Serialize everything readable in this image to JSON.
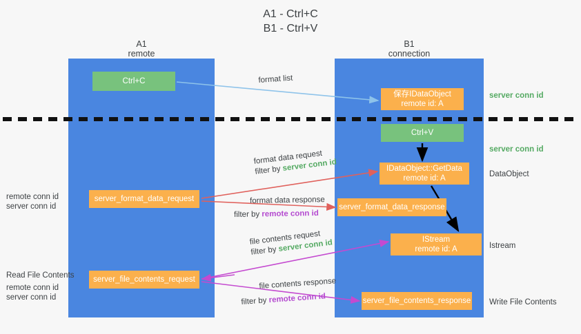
{
  "title": {
    "line1": "A1 - Ctrl+C",
    "line2": "B1 - Ctrl+V"
  },
  "lanes": {
    "a1": {
      "name": "A1",
      "role": "remote"
    },
    "b1": {
      "name": "B1",
      "role": "connection"
    }
  },
  "nodes": {
    "ctrl_c": {
      "label": "Ctrl+C"
    },
    "save_dataobject": {
      "line1": "保存IDataObject",
      "line2": "remote id: A"
    },
    "ctrl_v": {
      "label": "Ctrl+V"
    },
    "getdata": {
      "line1": "IDataObject::GetData",
      "line2": "remote id: A"
    },
    "istream": {
      "line1": "IStream",
      "line2": "remote id: A"
    },
    "server_format_data_request": {
      "label": "server_format_data_request"
    },
    "server_format_data_response": {
      "label": "server_format_data_response"
    },
    "server_file_contents_request": {
      "label": "server_file_contents_request"
    },
    "server_file_contents_response": {
      "label": "server_file_contents_response"
    }
  },
  "edges": {
    "format_list": {
      "label": "format list"
    },
    "format_data_request": {
      "line1": "format data request",
      "filter_prefix": "filter by ",
      "filter_value": "server conn id"
    },
    "format_data_response": {
      "line1": "format data response",
      "filter_prefix": "filter by ",
      "filter_value": "remote conn id"
    },
    "file_contents_request": {
      "line1": "file contents request",
      "filter_prefix": "filter by ",
      "filter_value": "server conn id"
    },
    "file_contents_response": {
      "line1": "file contents response",
      "filter_prefix": "filter by ",
      "filter_value": "remote conn id"
    }
  },
  "annotations": {
    "server_conn_id_top": "server conn id",
    "server_conn_id_mid": "server conn id",
    "dataobject": "DataObject",
    "istream": "Istream",
    "write_file_contents": "Write File Contents",
    "read_file_contents": "Read File Contents",
    "remote_conn_id_mid": "remote conn id",
    "server_conn_id_left_mid": "server conn id",
    "remote_conn_id_bottom": "remote conn id",
    "server_conn_id_bottom": "server conn id"
  },
  "colors": {
    "lane": "#4a86e0",
    "node_orange": "#fbb04c",
    "node_green": "#78c27d",
    "arrow_blue": "#8ec3ea",
    "arrow_red": "#e0615c",
    "arrow_magenta": "#c44ad0",
    "arrow_black": "#000000",
    "text_green": "#55aa63",
    "text_purple": "#b44ad0",
    "background": "#f7f7f7"
  }
}
